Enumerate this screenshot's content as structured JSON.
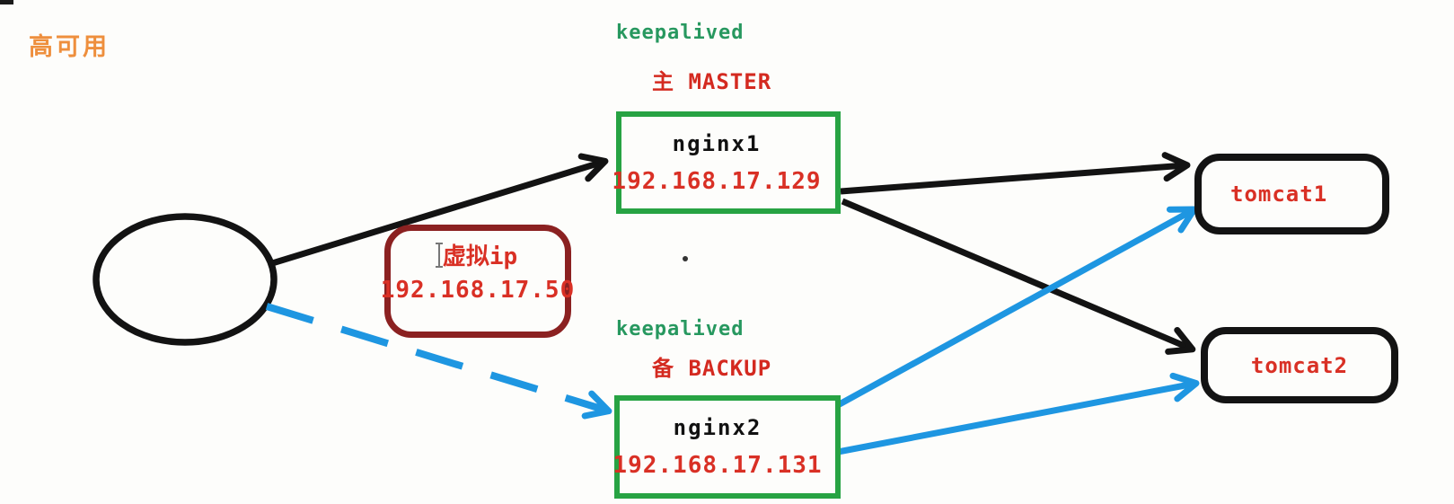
{
  "title": {
    "label": "高可用"
  },
  "colors": {
    "title_orange": "#ee8f3d",
    "text_green": "#27985f",
    "text_red": "#d93025",
    "role_red": "#d42a20",
    "box_green": "#27a343",
    "box_maroon": "#8b2121",
    "arrow_black": "#131313",
    "arrow_blue": "#1e96e1"
  },
  "nodes": {
    "nginx1": {
      "keepalived_label": "keepalived",
      "role_label": "主 MASTER",
      "name": "nginx1",
      "ip": "192.168.17.129"
    },
    "nginx2": {
      "keepalived_label": "keepalived",
      "role_label": "备 BACKUP",
      "name": "nginx2",
      "ip": "192.168.17.131"
    },
    "virtual_ip": {
      "label": "虚拟ip",
      "ip": "192.168.17.50"
    },
    "tomcat1": {
      "name": "tomcat1"
    },
    "tomcat2": {
      "name": "tomcat2"
    }
  }
}
